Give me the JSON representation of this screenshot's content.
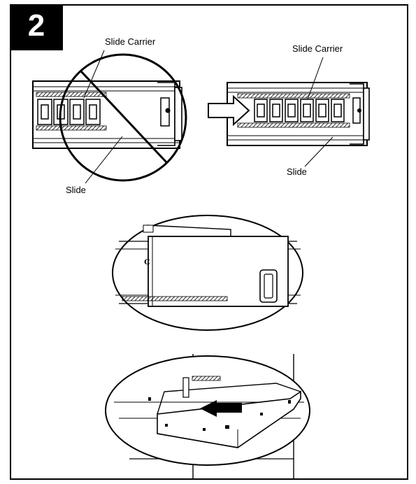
{
  "step": {
    "number": "2"
  },
  "panel_left": {
    "carrier_label": "Slide Carrier",
    "slide_label": "Slide"
  },
  "panel_right": {
    "carrier_label": "Slide Carrier",
    "slide_label": "Slide"
  }
}
